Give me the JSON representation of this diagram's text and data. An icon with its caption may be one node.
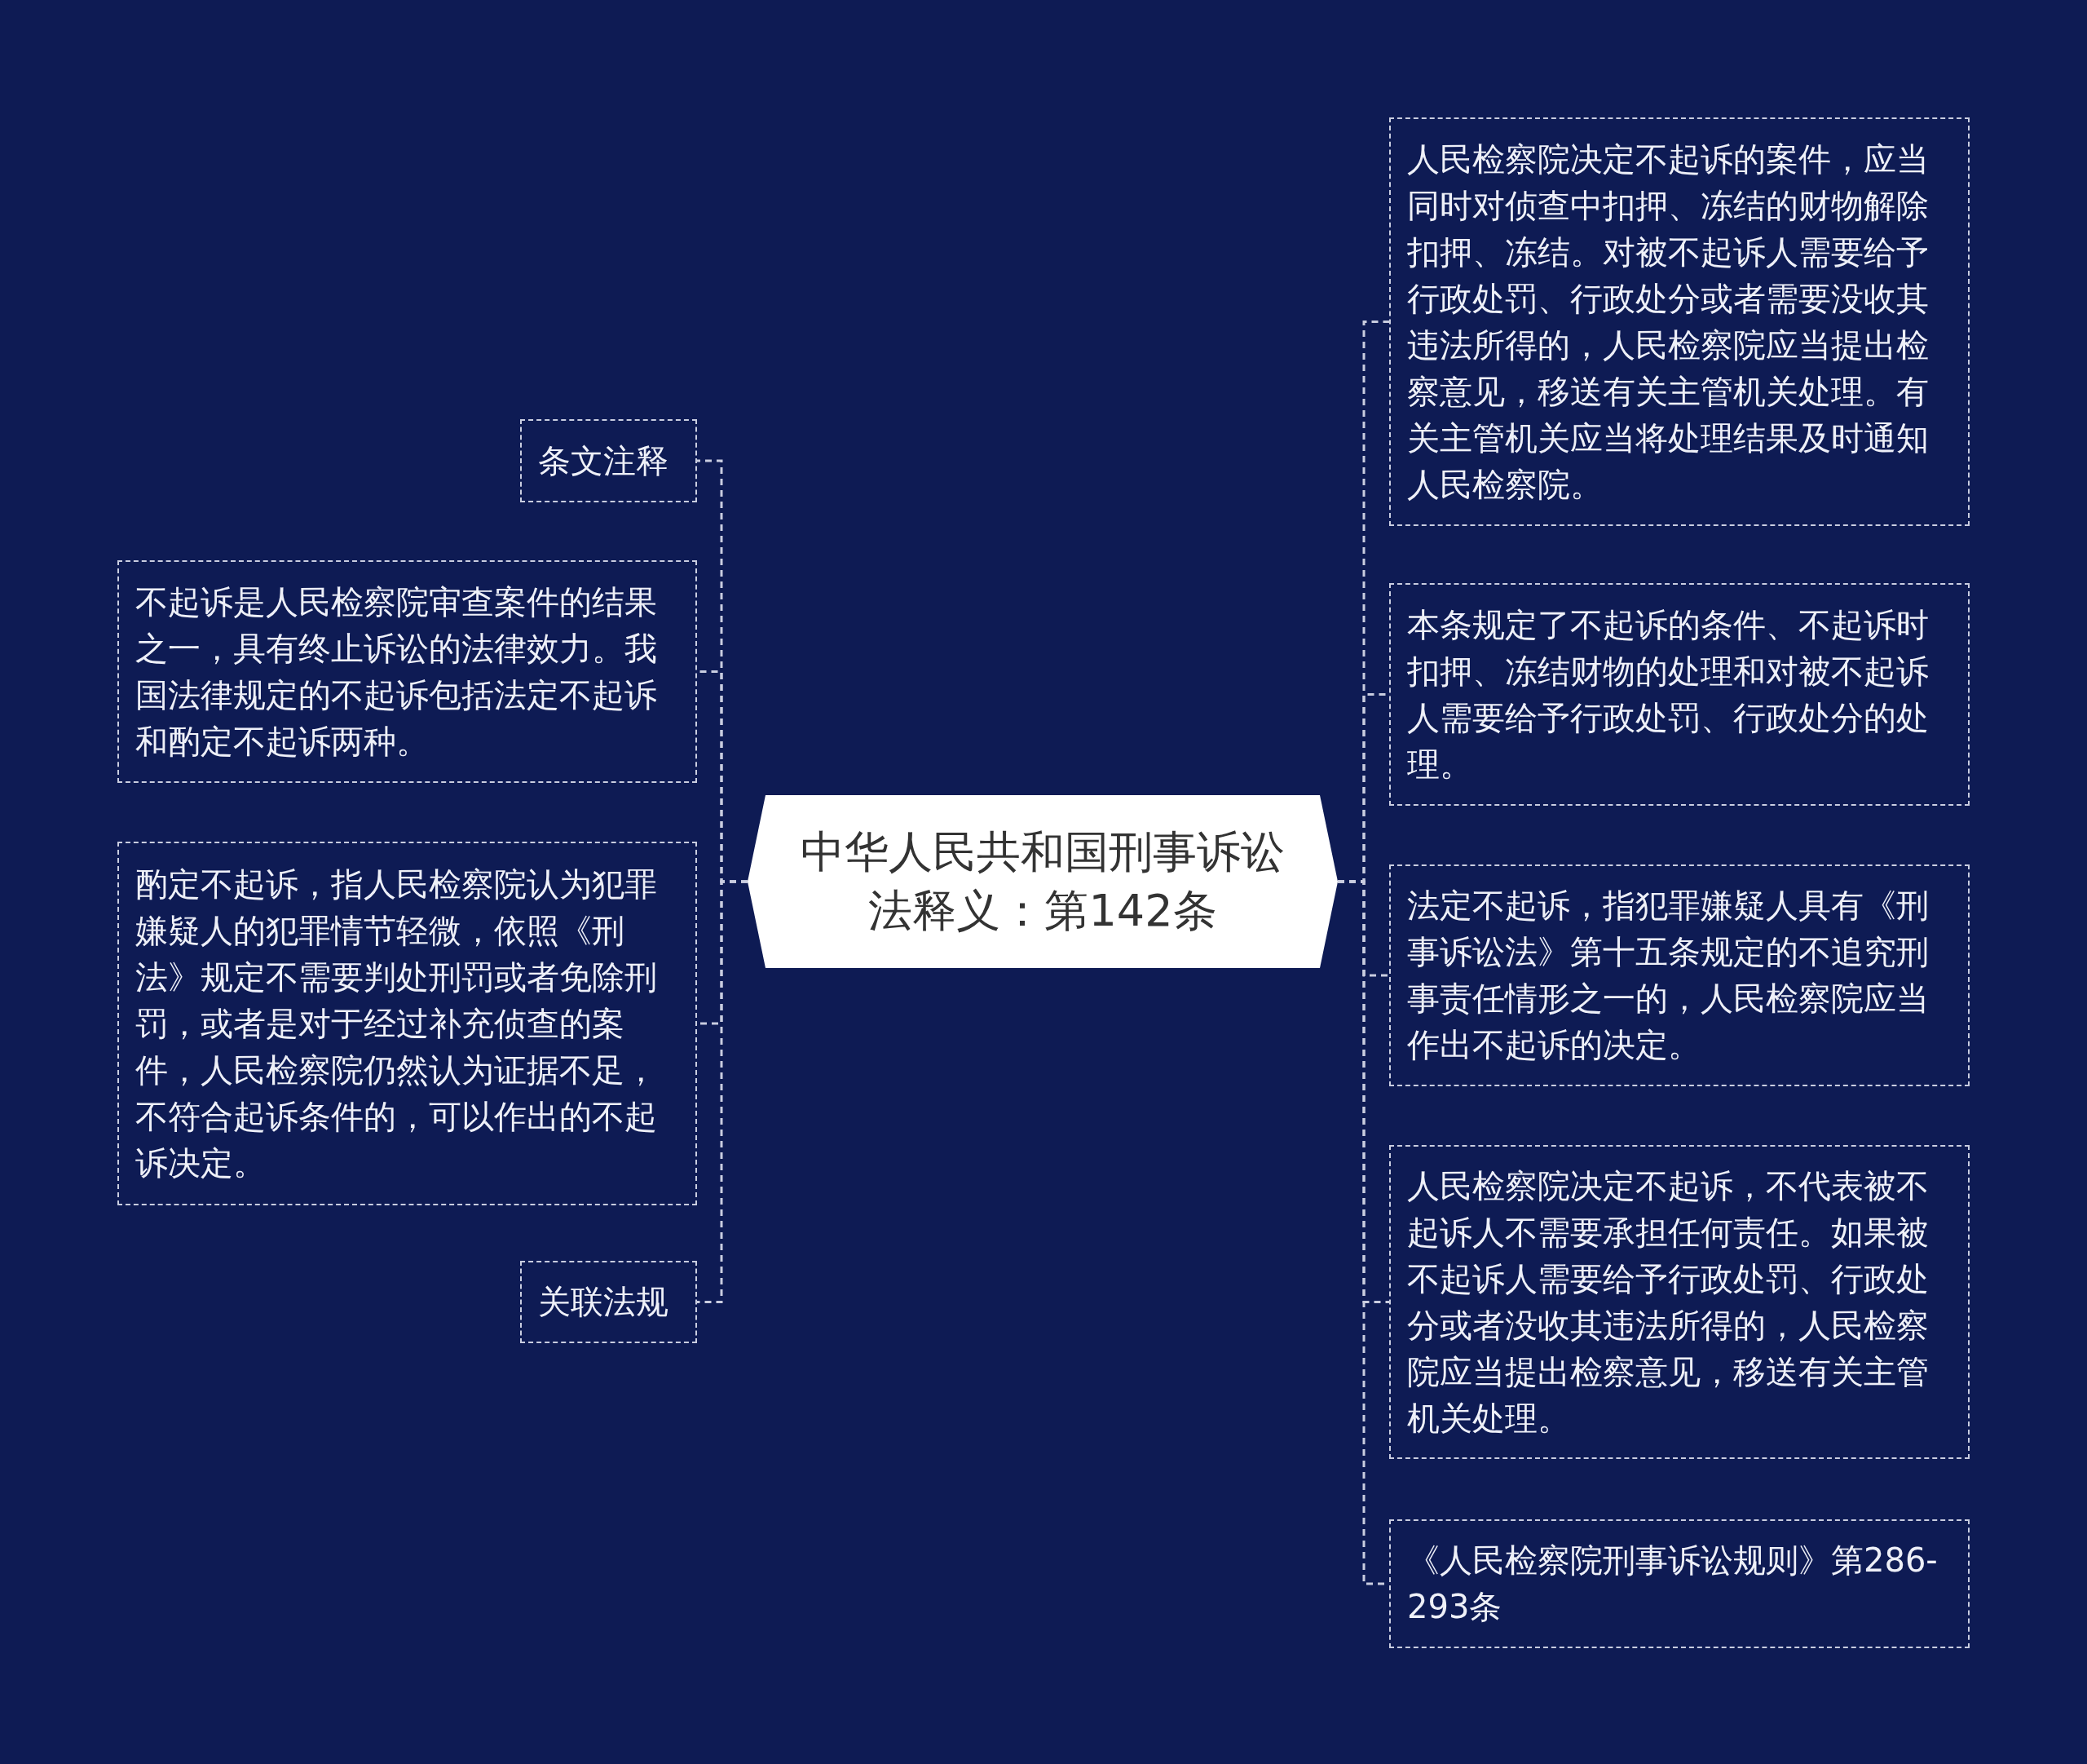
{
  "diagram": {
    "nodes": [
      {
        "text": [
          "中华人民共和国刑事诉讼法释义：第142条"
        ]
      },
      {
        "text": [
          "条文注释"
        ]
      },
      {
        "text": [
          "不起诉是人民检察院审查案件的结果之一，具有终止诉讼的法律效力。我国法律规定的不起诉包括法定不起诉和酌定不起诉两种。"
        ]
      },
      {
        "text": [
          "酌定不起诉，指人民检察院认为犯罪嫌疑人的犯罪情节轻微，依照《刑法》规定不需要判处刑罚或者免除刑罚，或者是对于经过补充侦查的案件，人民检察院仍然认为证据不足，不符合起诉条件的，可以作出的不起诉决定。"
        ]
      },
      {
        "text": [
          "关联法规"
        ]
      },
      {
        "text": [
          "人民检察院决定不起诉的案件，应当同时对侦查中扣押、冻结的财物解除扣押、冻结。对被不起诉人需要给予行政处罚、行政处分或者需要没收其违法所得的，人民检察院应当提出检察意见，移送有关主管机关处理。有关主管机关应当将处理结果及时通知人民检察院。"
        ]
      },
      {
        "text": [
          "本条规定了不起诉的条件、不起诉时扣押、冻结财物的处理和对被不起诉人需要给予行政处罚、行政处分的处理。"
        ]
      },
      {
        "text": [
          "法定不起诉，指犯罪嫌疑人具有《刑事诉讼法》第十五条规定的不追究刑事责任情形之一的，人民检察院应当作出不起诉的决定。"
        ]
      },
      {
        "text": [
          "人民检察院决定不起诉，不代表被不起诉人不需要承担任何责任。如果被不起诉人需要给予行政处罚、行政处分或者没收其违法所得的，人民检察院应当提出检察意见，移送有关主管机关处理。"
        ]
      },
      {
        "text": [
          "《人民检察院刑事诉讼规则》第286-293条"
        ]
      }
    ],
    "edges": [
      {
        "from": 0,
        "to": 1,
        "arrow": "none"
      },
      {
        "from": 0,
        "to": 2,
        "arrow": "none"
      },
      {
        "from": 0,
        "to": 3,
        "arrow": "none"
      },
      {
        "from": 0,
        "to": 4,
        "arrow": "none"
      },
      {
        "from": 0,
        "to": 5,
        "arrow": "none"
      },
      {
        "from": 0,
        "to": 6,
        "arrow": "none"
      },
      {
        "from": 0,
        "to": 7,
        "arrow": "none"
      },
      {
        "from": 0,
        "to": 8,
        "arrow": "none"
      },
      {
        "from": 0,
        "to": 9,
        "arrow": "none"
      }
    ]
  }
}
